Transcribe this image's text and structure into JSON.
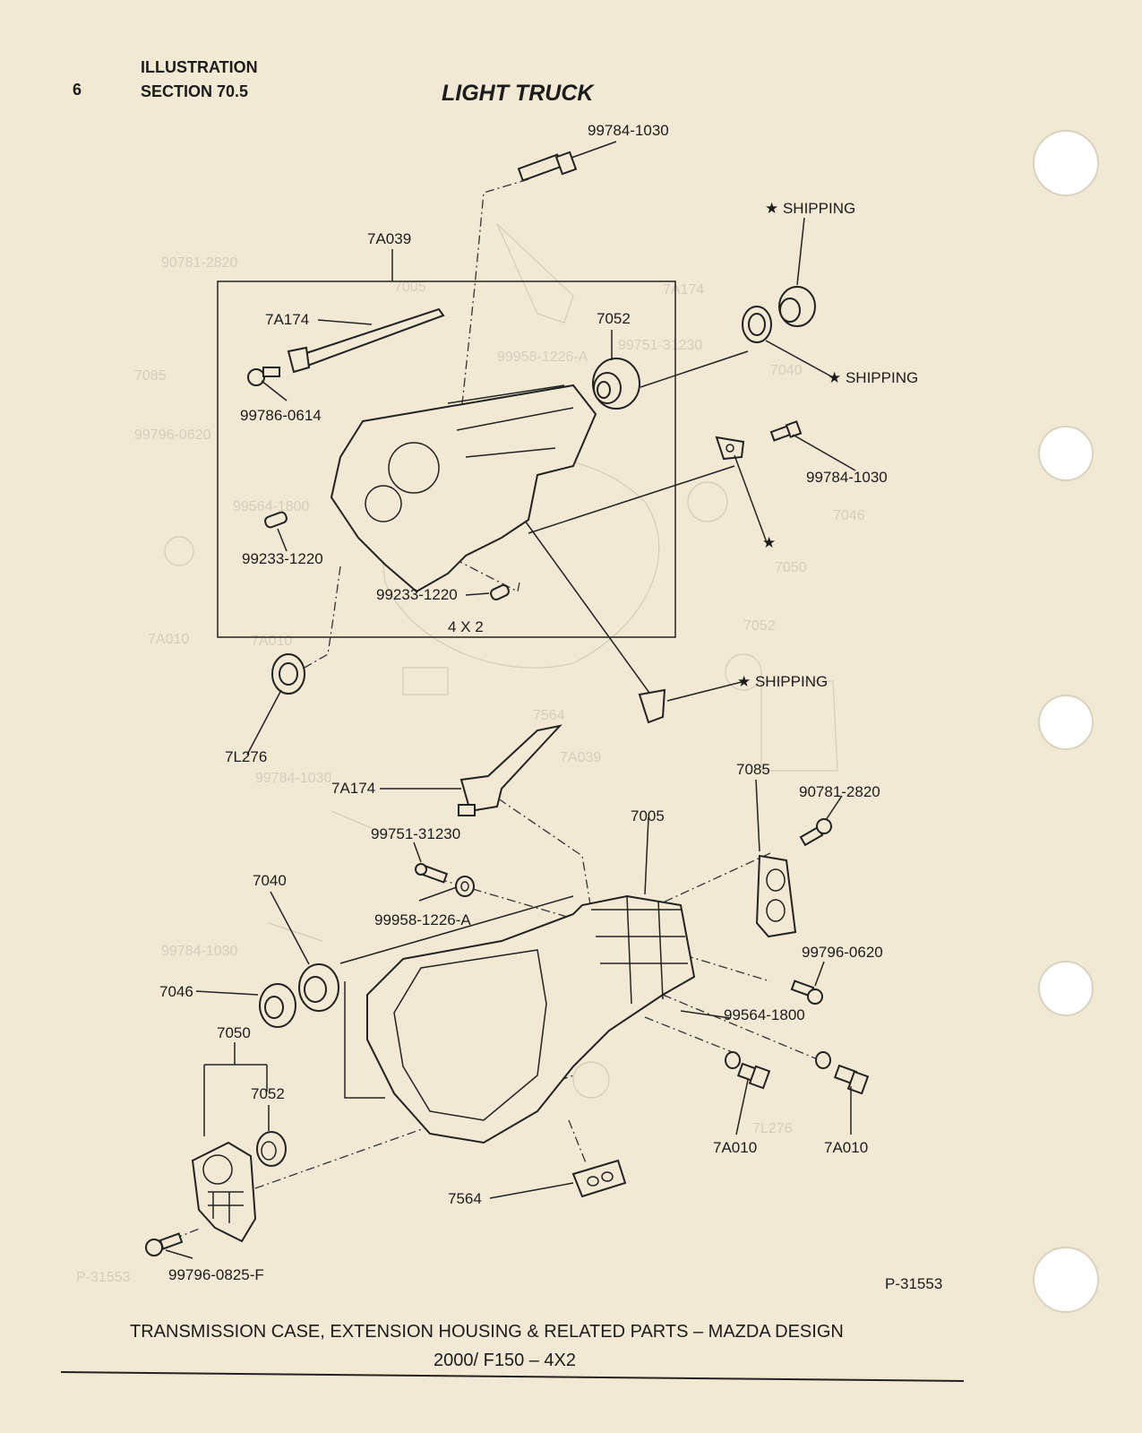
{
  "header": {
    "page_number": "6",
    "illustration": "ILLUSTRATION",
    "section": "SECTION 70.5",
    "title": "LIGHT TRUCK"
  },
  "labels": {
    "top_bolt": "99784-1030",
    "shipping_top": "★ SHIPPING",
    "shipping_mid": "★ SHIPPING",
    "shipping_low": "★ SHIPPING",
    "box_assembly": "7A039",
    "rail_upper": "7A174",
    "bearing_upper": "7052",
    "bolt_upper_left": "99786-0614",
    "bolt_right": "99784-1030",
    "pin_left": "99233-1220",
    "pin_center": "99233-1220",
    "box_caption": "4 X 2",
    "star_bracket": "★",
    "seal_7l276": "7L276",
    "rail_lower": "7A174",
    "plate_7085": "7085",
    "bolt_90781": "90781-2820",
    "bolt_99751": "99751-31230",
    "case_7005": "7005",
    "washer_99958": "99958-1226-A",
    "part_7040": "7040",
    "part_7046": "7046",
    "bolt_99796_0620": "99796-0620",
    "washer_99564": "99564-1800",
    "part_7050": "7050",
    "bearing_lower": "7052",
    "plug_7a010_left": "7A010",
    "plug_7a010_right": "7A010",
    "cover_7564": "7564",
    "bolt_bottom": "99796-0825-F",
    "figure_id": "P-31553"
  },
  "caption": {
    "line1": "TRANSMISSION CASE, EXTENSION HOUSING & RELATED PARTS – MAZDA DESIGN",
    "line2": "2000/ F150 – 4X2"
  },
  "colors": {
    "paper": "#f1e9d3",
    "ink": "#1c1c1c",
    "binder_hole": "#ffffff"
  }
}
